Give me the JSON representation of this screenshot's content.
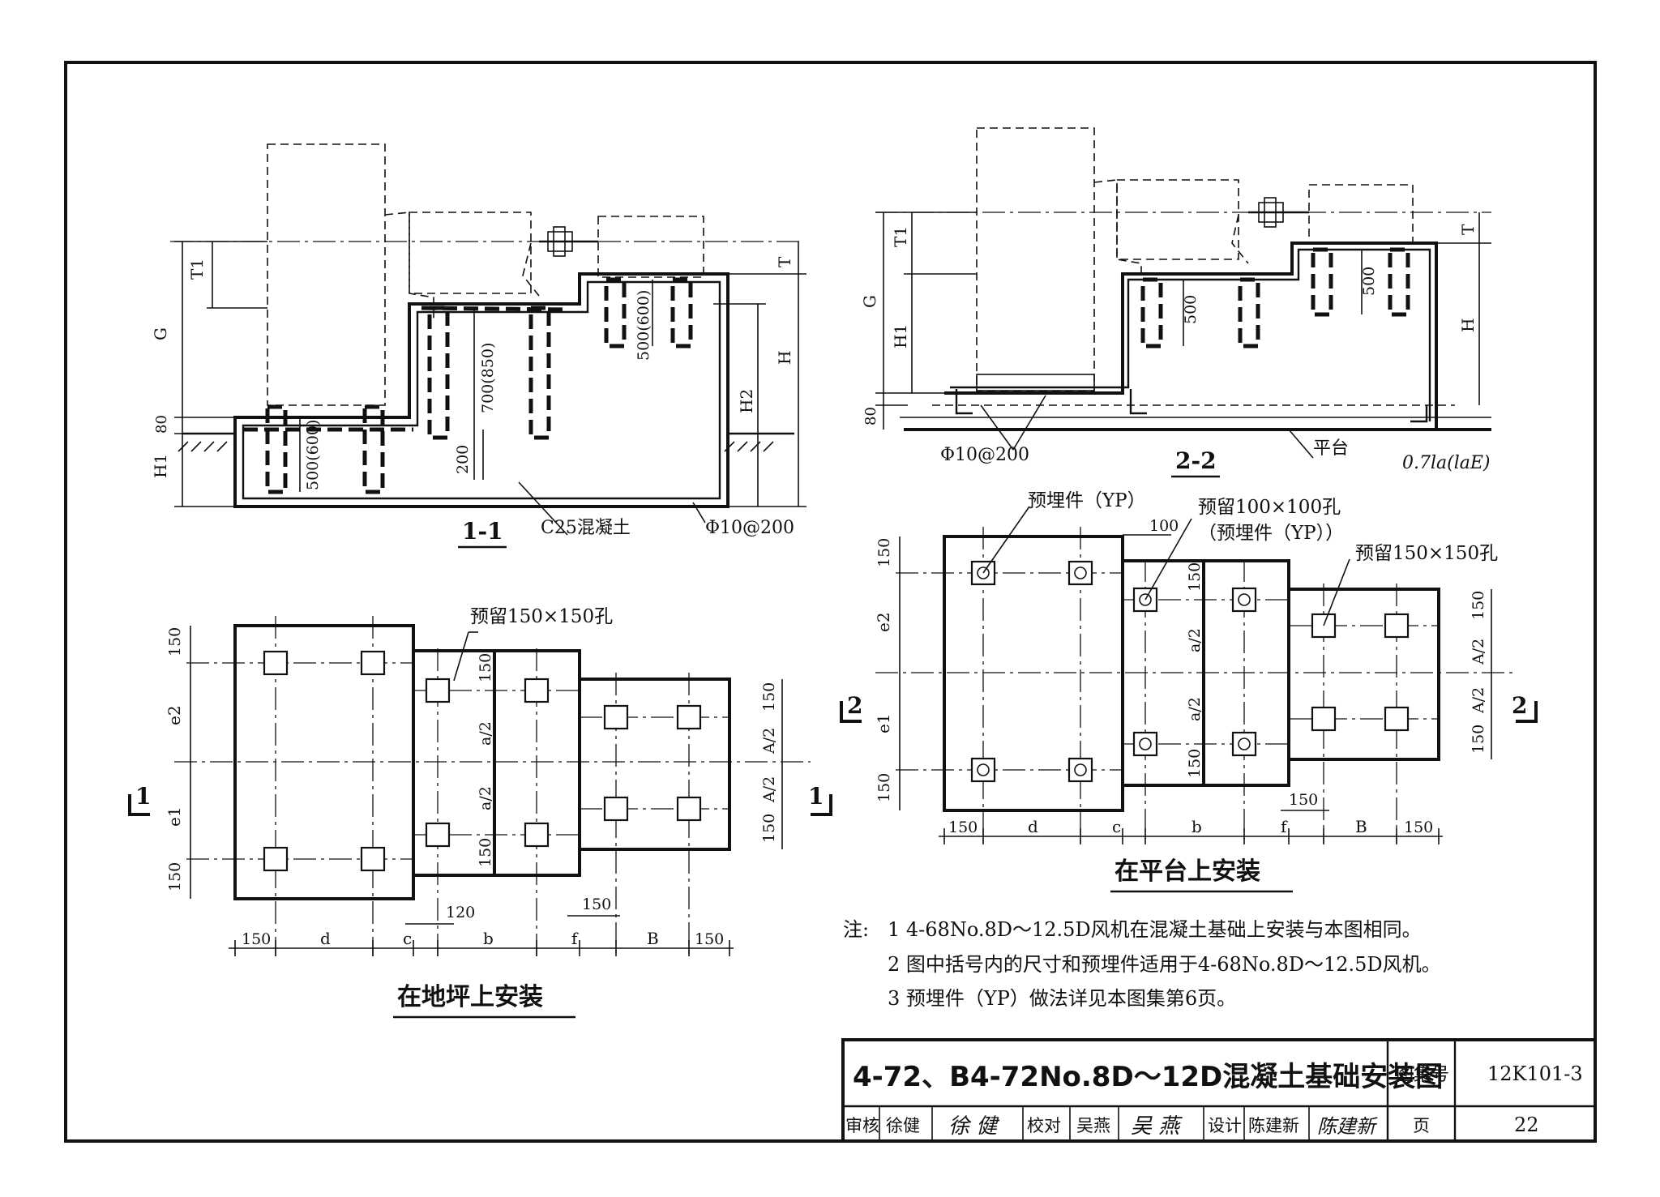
{
  "section_1_1": {
    "title": "1-1",
    "dims": [
      "T1",
      "G",
      "80",
      "H1",
      "T",
      "H",
      "H2",
      "700(850)",
      "500(600)",
      "500(600)",
      "200"
    ],
    "concrete_label": "C25混凝土",
    "rebar_label": "Φ10@200"
  },
  "section_2_2": {
    "title": "2-2",
    "dims": [
      "T1",
      "G",
      "H1",
      "80",
      "T",
      "H",
      "500",
      "500"
    ],
    "rebar_label": "Φ10@200",
    "platform_label": "平台",
    "anchor_label": "0.7la(laE)"
  },
  "plan_floor": {
    "title": "在地坪上安装",
    "hole_label": "预留150×150孔",
    "left_dims": [
      "150",
      "e2",
      "e1",
      "150"
    ],
    "right_dims": [
      "150",
      "A/2",
      "A/2",
      "150"
    ],
    "mid_dims": [
      "150",
      "a/2",
      "a/2",
      "150"
    ],
    "bottom_dims": [
      "150",
      "d",
      "c",
      "b",
      "f",
      "B",
      "150"
    ],
    "extra_dims": [
      "120",
      "150"
    ],
    "section_mark": "1"
  },
  "plan_platform": {
    "title": "在平台上安装",
    "yp_label": "预埋件（YP）",
    "reserve_100_label": "预留100×100孔",
    "reserve_100_sub": "（预埋件（YP））",
    "hole_label": "预留150×150孔",
    "dim_100": "100",
    "left_dims": [
      "150",
      "e2",
      "e1",
      "150"
    ],
    "right_dims": [
      "150",
      "A/2",
      "A/2",
      "150"
    ],
    "mid_dims": [
      "150",
      "a/2",
      "a/2",
      "150"
    ],
    "bottom_dims": [
      "150",
      "d",
      "c",
      "b",
      "f",
      "B",
      "150"
    ],
    "extra_dims": [
      "150"
    ],
    "section_mark": "2"
  },
  "notes": {
    "prefix": "注:",
    "items": [
      "1  4-68No.8D～12.5D风机在混凝土基础上安装与本图相同。",
      "2  图中括号内的尺寸和预埋件适用于4-68No.8D～12.5D风机。",
      "3  预埋件（YP）做法详见本图集第6页。"
    ]
  },
  "title_block": {
    "title": "4-72、B4-72No.8D～12D混凝土基础安装图",
    "atlas_label": "图集号",
    "atlas_no": "12K101-3",
    "review_label": "审核",
    "review_name": "徐健",
    "review_sign": "徐 健",
    "check_label": "校对",
    "check_name": "吴燕",
    "check_sign": "吴 燕",
    "design_label": "设计",
    "design_name": "陈建新",
    "design_sign": "陈建新",
    "page_label": "页",
    "page_no": "22"
  }
}
